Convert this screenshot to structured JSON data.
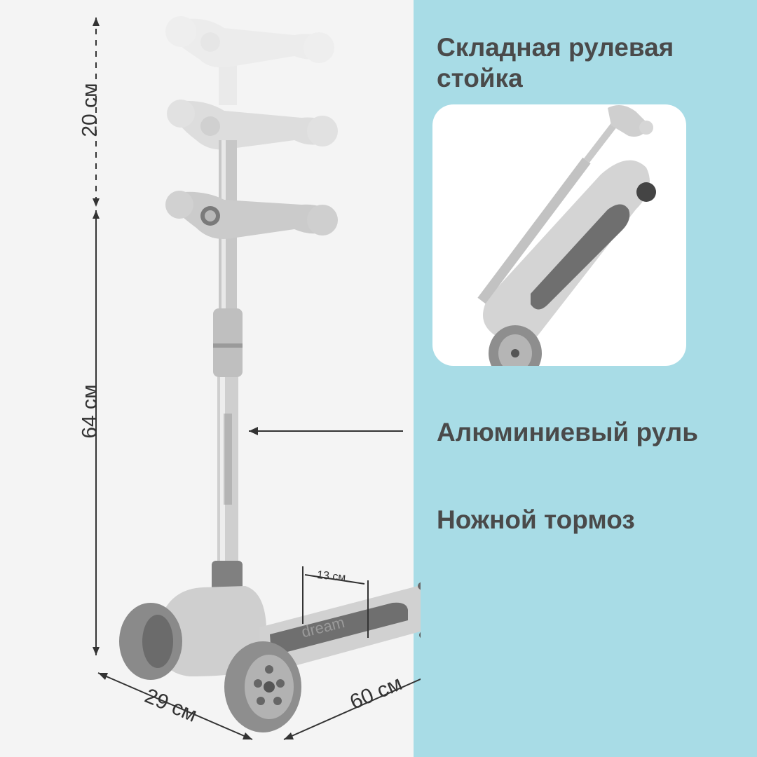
{
  "features": {
    "folding_title": "Складная рулевая стойка",
    "aluminum_title": "Алюминиевый руль",
    "brake_title": "Ножной тормоз"
  },
  "dimensions": {
    "height_adjust": "20 см",
    "handlebar_height": "64 см",
    "deck_width": "13 см",
    "base_width": "29 см",
    "length": "60 см"
  },
  "deck_brand": "dream",
  "colors": {
    "panel": "#a8dce6",
    "heading_text": "#4a4a4a",
    "scooter_body": "#c9c9c9",
    "wheel": "#8e8e8e"
  }
}
